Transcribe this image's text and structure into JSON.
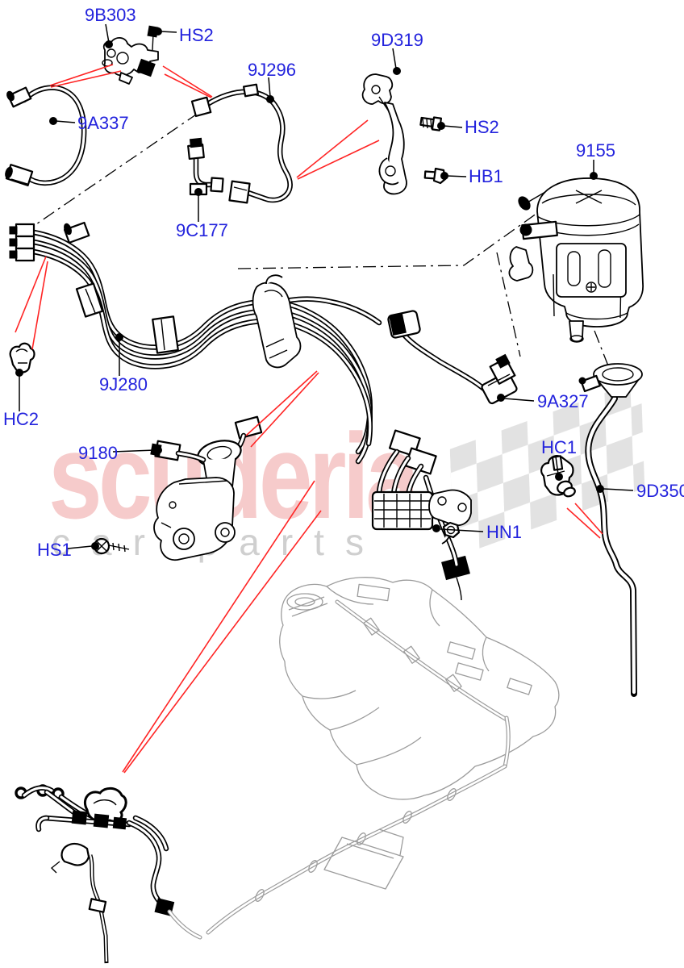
{
  "watermark": {
    "brand": "scuderia",
    "tagline": "car parts"
  },
  "callouts": {
    "9B303": "9B303",
    "HS2_top": "HS2",
    "9J296": "9J296",
    "9D319": "9D319",
    "9A337": "9A337",
    "HS2_mid": "HS2",
    "HB1": "HB1",
    "9155": "9155",
    "9C177": "9C177",
    "HC2": "HC2",
    "9J280": "9J280",
    "9A327": "9A327",
    "9180": "9180",
    "HC1": "HC1",
    "9D350": "9D350",
    "HS1": "HS1",
    "HN1": "HN1"
  },
  "colors": {
    "callout_text": "#2323DD",
    "arrow_red": "#FF2424",
    "artwork": "#000000",
    "tank_gray": "#9C9C9C",
    "watermark_pink": "#F6CBCB",
    "watermark_gray": "#CFCFCF",
    "checker_gray": "#E2E2E2"
  }
}
